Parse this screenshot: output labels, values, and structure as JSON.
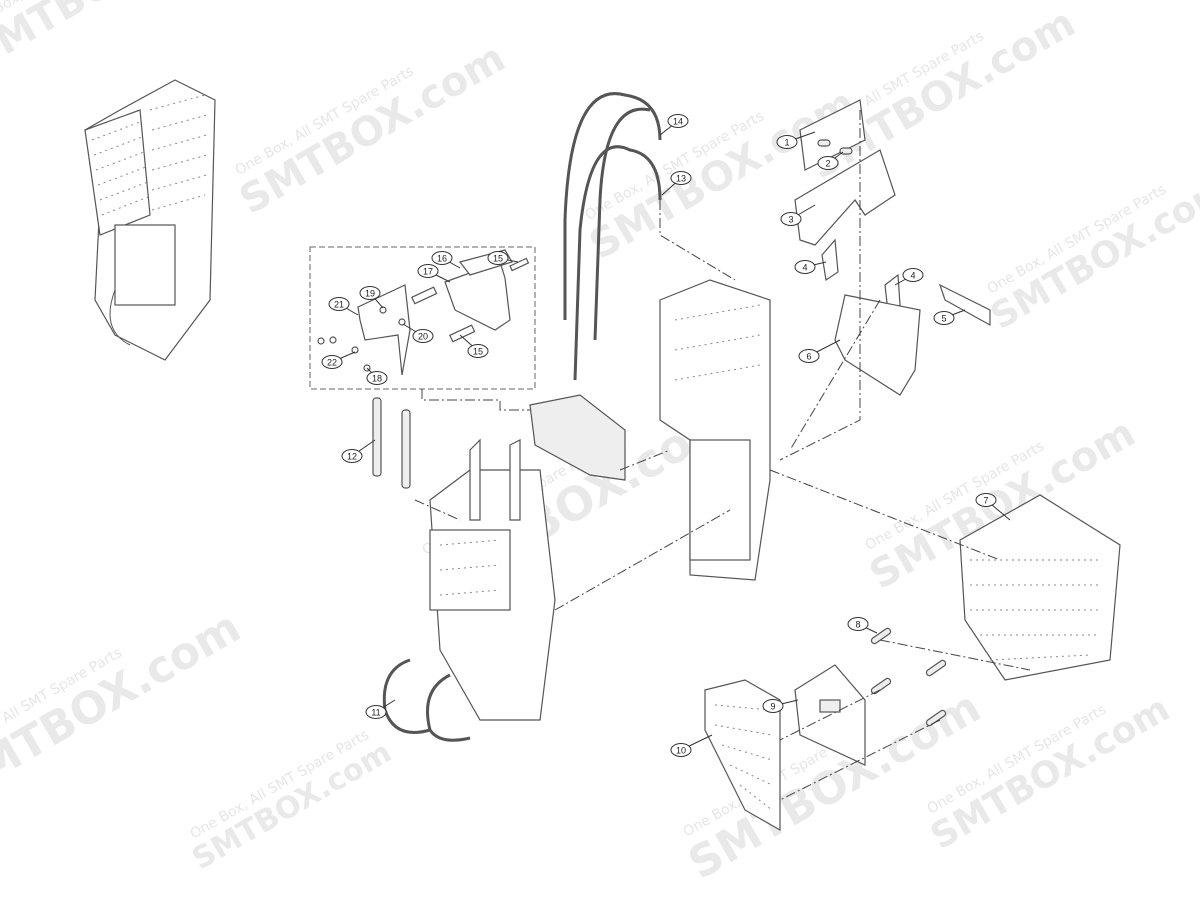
{
  "watermark": {
    "brand": "SMTBOX.com",
    "tagline": "One Box, All SMT Spare Parts"
  },
  "callouts": [
    "14",
    "13",
    "1",
    "2",
    "3",
    "4",
    "4",
    "5",
    "6",
    "7",
    "8",
    "9",
    "10",
    "11",
    "12",
    "15",
    "15",
    "16",
    "17",
    "18",
    "19",
    "20",
    "21",
    "22"
  ],
  "colors": {
    "line": "#555555",
    "watermark": "#e9e9e9"
  }
}
